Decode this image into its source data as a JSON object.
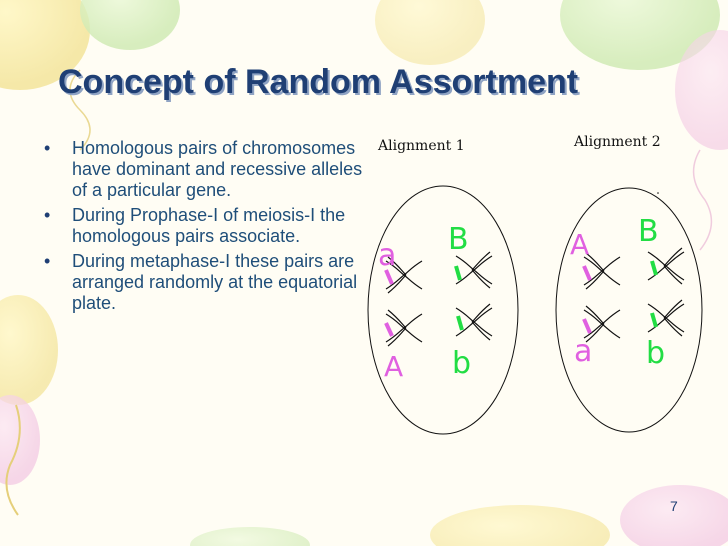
{
  "slide": {
    "title": "Concept of Random Assortment",
    "bullets": [
      "Homologous pairs of chromosomes have dominant and recessive alleles of a particular gene.",
      "During Prophase-I of meiosis-I the homologous pairs associate.",
      "During metaphase-I these pairs are arranged randomly at the equatorial plate."
    ],
    "page_number": "7"
  },
  "figure": {
    "alignment_1": {
      "label": "Alignment 1",
      "alleles": [
        "a",
        "B",
        "A",
        "b"
      ]
    },
    "alignment_2": {
      "label": "Alignment 2",
      "alleles": [
        "A",
        "B",
        "a",
        "b"
      ]
    }
  },
  "colors": {
    "title": "#1f3f74",
    "body_text": "#1f4e79",
    "allele_magenta": "#e060e0",
    "allele_green": "#22dd44"
  }
}
